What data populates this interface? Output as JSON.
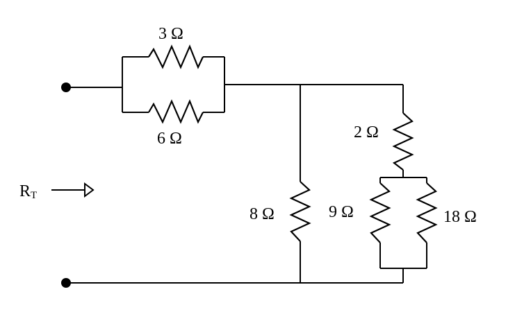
{
  "resistors": {
    "r3": "3 Ω",
    "r6": "6 Ω",
    "r2": "2 Ω",
    "r8": "8 Ω",
    "r9": "9 Ω",
    "r18": "18 Ω"
  },
  "equivalent": {
    "symbol": "R",
    "subscript": "T"
  }
}
